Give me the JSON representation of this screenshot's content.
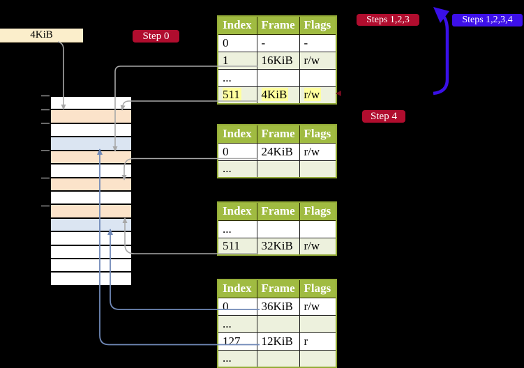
{
  "colors": {
    "background": "#000000",
    "label_red": "#b00d2e",
    "label_blue": "#3d10ea",
    "table_header_green": "#a0bb41",
    "table_row_green": "#edf1dd",
    "table_border_olive": "#93ab37",
    "highlight_yellow": "#ffff9e",
    "frame_peach": "#fbe3ca",
    "frame_blue": "#dbe5f2",
    "frame_white": "#ffffff",
    "connector_gray": "#a8a8a8",
    "connector_blue": "#7089b8",
    "arrow_indigo": "#3a10e8",
    "box_cream": "#fbeecb"
  },
  "labels": {
    "page_size_box": "4KiB",
    "step0": "Step 0",
    "steps123": "Steps 1,2,3",
    "steps1234": "Steps 1,2,3,4",
    "step4": "Step 4"
  },
  "tables": [
    {
      "name": "page-table-level-1",
      "headers": [
        "Index",
        "Frame",
        "Flags"
      ],
      "rows": [
        {
          "cells": [
            "0",
            "-",
            "-"
          ],
          "shaded": false,
          "highlighted": false
        },
        {
          "cells": [
            "1",
            "16KiB",
            "r/w"
          ],
          "shaded": true,
          "highlighted": false
        },
        {
          "cells": [
            "...",
            "",
            ""
          ],
          "shaded": false,
          "highlighted": false
        },
        {
          "cells": [
            "511",
            "4KiB",
            "r/w"
          ],
          "shaded": true,
          "highlighted": true
        }
      ]
    },
    {
      "name": "page-table-level-2",
      "headers": [
        "Index",
        "Frame",
        "Flags"
      ],
      "rows": [
        {
          "cells": [
            "0",
            "24KiB",
            "r/w"
          ],
          "shaded": false,
          "highlighted": false
        },
        {
          "cells": [
            "...",
            "",
            ""
          ],
          "shaded": true,
          "highlighted": false
        }
      ]
    },
    {
      "name": "page-table-level-3",
      "headers": [
        "Index",
        "Frame",
        "Flags"
      ],
      "rows": [
        {
          "cells": [
            "...",
            "",
            ""
          ],
          "shaded": false,
          "highlighted": false
        },
        {
          "cells": [
            "511",
            "32KiB",
            "r/w"
          ],
          "shaded": true,
          "highlighted": false
        }
      ]
    },
    {
      "name": "page-table-level-4",
      "headers": [
        "Index",
        "Frame",
        "Flags"
      ],
      "rows": [
        {
          "cells": [
            "0",
            "36KiB",
            "r/w"
          ],
          "shaded": false,
          "highlighted": false
        },
        {
          "cells": [
            "...",
            "",
            ""
          ],
          "shaded": true,
          "highlighted": false
        },
        {
          "cells": [
            "127",
            "12KiB",
            "r"
          ],
          "shaded": false,
          "highlighted": false
        },
        {
          "cells": [
            "...",
            "",
            ""
          ],
          "shaded": true,
          "highlighted": false
        }
      ]
    }
  ],
  "memory_strip": {
    "rows": [
      "white",
      "peach",
      "white",
      "blue",
      "peach",
      "white",
      "peach",
      "white",
      "peach",
      "blue",
      "white",
      "white",
      "white",
      "white"
    ]
  },
  "connectors": [
    {
      "from": "4KiB label",
      "to": "frame 4KiB",
      "color": "gray"
    },
    {
      "from": "PT1 index 1 (16KiB)",
      "to": "frame 16KiB",
      "color": "gray"
    },
    {
      "from": "PT1 index 511 (4KiB)",
      "to": "frame 4KiB",
      "color": "gray"
    },
    {
      "from": "PT2 index 0 (24KiB)",
      "to": "frame 24KiB",
      "color": "gray"
    },
    {
      "from": "PT3 index 511 (32KiB)",
      "to": "frame 32KiB",
      "color": "gray"
    },
    {
      "from": "PT4 index 0 (36KiB)",
      "to": "frame 36KiB",
      "color": "blue"
    },
    {
      "from": "PT4 index 127 (12KiB)",
      "to": "frame 12KiB",
      "color": "blue"
    },
    {
      "from": "bottom of table column",
      "to": "Steps 1,2,3 label",
      "color": "indigo"
    }
  ]
}
